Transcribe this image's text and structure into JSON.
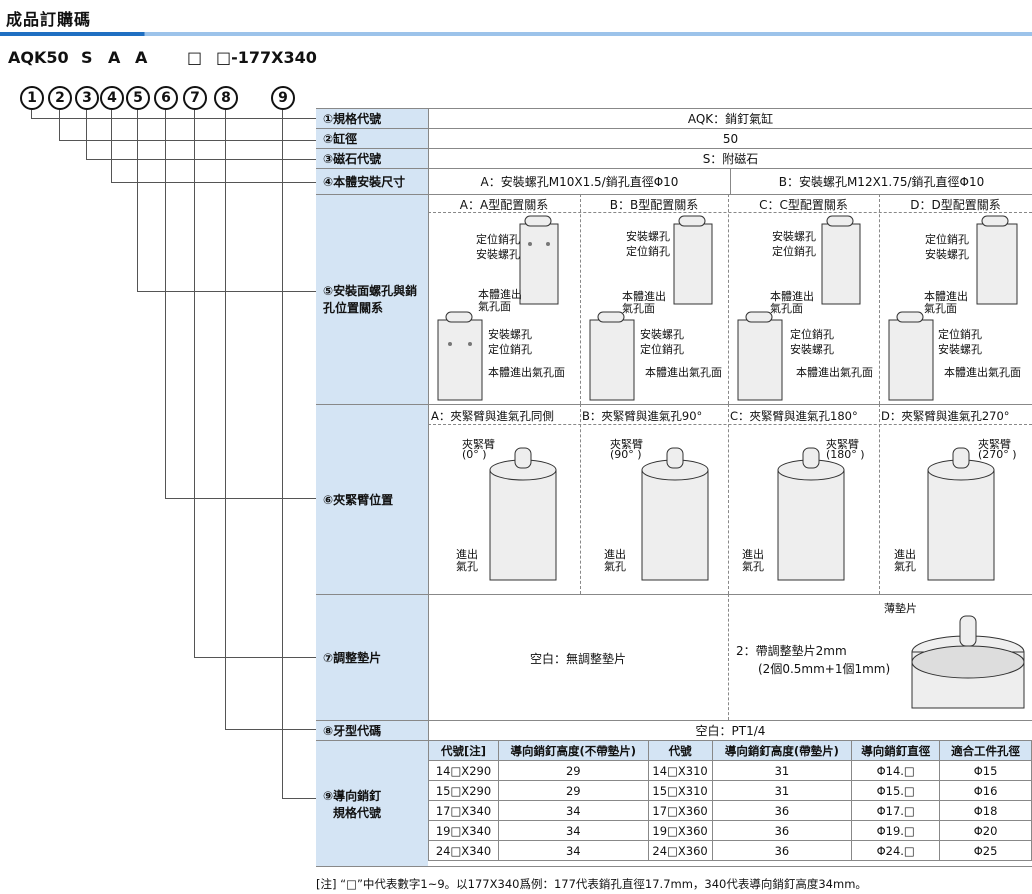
{
  "header": {
    "title": "成品訂購碼"
  },
  "order_code": {
    "segments": [
      "AQK50",
      "S",
      "A",
      "A",
      "□",
      "□-177X340"
    ]
  },
  "markers": [
    "1",
    "2",
    "3",
    "4",
    "5",
    "6",
    "7",
    "8",
    "9"
  ],
  "rows": {
    "r1": {
      "label": "①規格代號",
      "value": "AQK：銷釘氣缸"
    },
    "r2": {
      "label": "②缸徑",
      "value": "50"
    },
    "r3": {
      "label": "③磁石代號",
      "value": "S：附磁石"
    },
    "r4": {
      "label": "④本體安裝尺寸",
      "value_a": "A：安裝螺孔M10X1.5/銷孔直徑Φ10",
      "value_b": "B：安裝螺孔M12X1.75/銷孔直徑Φ10"
    },
    "r5": {
      "label": "⑤安裝面螺孔與銷孔位置關系",
      "captions": [
        "A：A型配置關系",
        "B：B型配置關系",
        "C：C型配置關系",
        "D：D型配置關系"
      ],
      "notes": {
        "locate_pin": "定位銷孔",
        "mount_hole": "安裝螺孔",
        "body_port": "本體進出氣孔面",
        "body_port_a": "本體進出",
        "body_port_b": "氣孔面"
      }
    },
    "r6": {
      "label": "⑥夾緊臂位置",
      "captions": [
        "A：夾緊臂與進氣孔同側",
        "B：夾緊臂與進氣孔90°",
        "C：夾緊臂與進氣孔180°",
        "D：夾緊臂與進氣孔270°"
      ],
      "arm": "夾緊臂",
      "angles": [
        "(0°  )",
        "(90°  )",
        "(180°  )",
        "(270°  )"
      ],
      "port_a": "進出",
      "port_b": "氣孔"
    },
    "r7": {
      "label": "⑦調整墊片",
      "blank": "空白：無調整墊片",
      "opt2_a": "2：帶調整墊片2mm",
      "opt2_b": "(2個0.5mm+1個1mm)",
      "shim": "薄墊片"
    },
    "r8": {
      "label": "⑧牙型代碼",
      "value": "空白：PT1/4"
    },
    "r9": {
      "label_a": "⑨導向銷釘",
      "label_b": "規格代號",
      "headers": [
        "代號[注]",
        "導向銷釘高度(不帶墊片)",
        "代號",
        "導向銷釘高度(帶墊片)",
        "導向銷釘直徑",
        "適合工件孔徑"
      ],
      "table": [
        [
          "14□X290",
          "29",
          "14□X310",
          "31",
          "Φ14.□",
          "Φ15"
        ],
        [
          "15□X290",
          "29",
          "15□X310",
          "31",
          "Φ15.□",
          "Φ16"
        ],
        [
          "17□X340",
          "34",
          "17□X360",
          "36",
          "Φ17.□",
          "Φ18"
        ],
        [
          "19□X340",
          "34",
          "19□X360",
          "36",
          "Φ19.□",
          "Φ20"
        ],
        [
          "24□X340",
          "34",
          "24□X360",
          "36",
          "Φ24.□",
          "Φ25"
        ]
      ]
    }
  },
  "footnote": "[注] “□”中代表數字1~9。以177X340爲例：177代表銷孔直徑17.7mm，340代表導向銷釘高度34mm。"
}
